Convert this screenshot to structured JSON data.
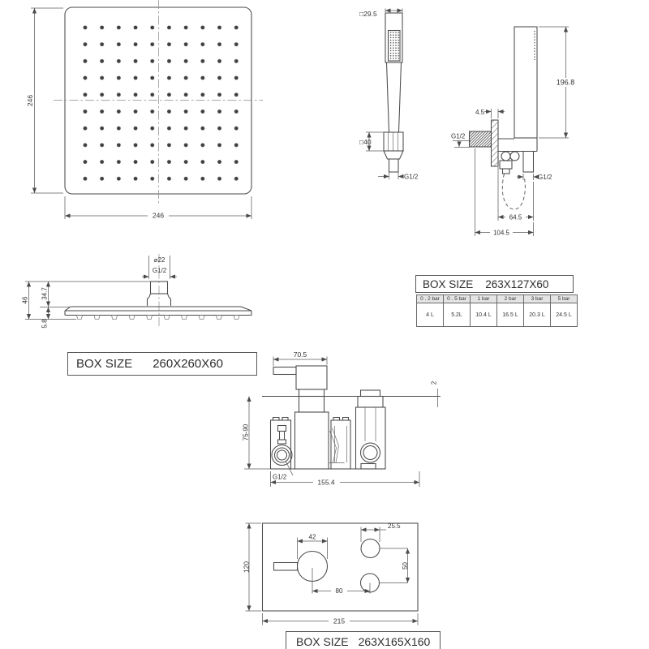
{
  "dims": {
    "head_face_h": "246",
    "head_face_w": "246",
    "hand_head": "□29.5",
    "hand_holder": "□40",
    "hand_thread": "G1/2",
    "wand_len": "196.8",
    "plate_thk": "4.5",
    "inlet_thread": "G1/2",
    "outlet_thread": "G1/2",
    "outlet_off": "64.5",
    "inlet_off": "104.5",
    "stem_dia": "⌀22",
    "stem_thread": "G1/2",
    "head_total_h": "46",
    "stem_h": "34.7",
    "plate_h": "5.8",
    "valve_top_w": "70.5",
    "wall_thk": "2",
    "valve_depth": "75-90",
    "valve_thread": "G1/2",
    "valve_w": "155.4",
    "trim_h": "120",
    "knob_dia": "42",
    "btn_dia": "25.5",
    "btn_gap": "50",
    "knob_btn_off": "80",
    "trim_w": "215"
  },
  "boxes": {
    "head": {
      "label": "BOX SIZE",
      "size": "260X260X60"
    },
    "hand": {
      "label": "BOX SIZE",
      "size": "263X127X60"
    },
    "valve": {
      "label": "BOX SIZE",
      "size": "263X165X160"
    }
  },
  "flow_table": {
    "headers": [
      "0 . 2 bar",
      "0 . 5 bar",
      "1 bar",
      "2 bar",
      "3 bar",
      "5 bar"
    ],
    "values": [
      "4 L",
      "5.2L",
      "10.4 L",
      "16.5 L",
      "20.3 L",
      "24.5 L"
    ]
  },
  "colors": {
    "line": "#4a4a4a",
    "text": "#333333",
    "background": "#ffffff"
  }
}
